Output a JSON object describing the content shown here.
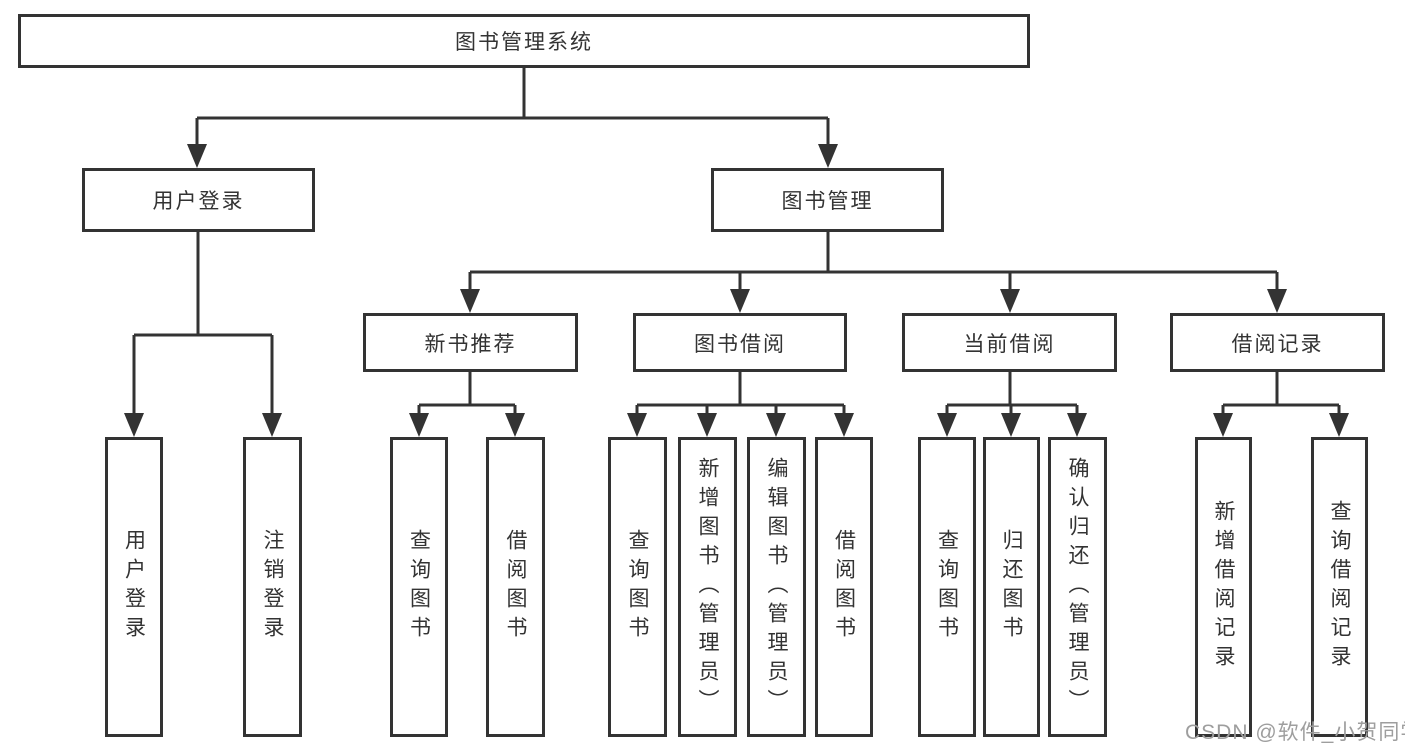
{
  "diagram": {
    "title": "图书管理系统",
    "tree": {
      "root": {
        "label": "图书管理系统"
      },
      "user_login": {
        "label": "用户登录",
        "children": {
          "login": {
            "label": "用户登录"
          },
          "logout": {
            "label": "注销登录"
          }
        }
      },
      "book_mgmt": {
        "label": "图书管理",
        "children": {
          "new_books": {
            "label": "新书推荐",
            "children": {
              "query": {
                "label": "查询图书"
              },
              "borrow": {
                "label": "借阅图书"
              }
            }
          },
          "book_borrow": {
            "label": "图书借阅",
            "children": {
              "query": {
                "label": "查询图书"
              },
              "add": {
                "label": "新增图书（管理员）"
              },
              "edit": {
                "label": "编辑图书（管理员）"
              },
              "borrow": {
                "label": "借阅图书"
              }
            }
          },
          "current_borrow": {
            "label": "当前借阅",
            "children": {
              "query": {
                "label": "查询图书"
              },
              "return": {
                "label": "归还图书"
              },
              "confirm": {
                "label": "确认归还（管理员）"
              }
            }
          },
          "borrow_records": {
            "label": "借阅记录",
            "children": {
              "add": {
                "label": "新增借阅记录"
              },
              "query": {
                "label": "查询借阅记录"
              }
            }
          }
        }
      }
    },
    "colors": {
      "line": "#333333",
      "text": "#333333",
      "watermark": "#9e9e9e",
      "background": "#ffffff"
    }
  },
  "watermark": {
    "text": "CSDN @软件_小贺同学"
  }
}
